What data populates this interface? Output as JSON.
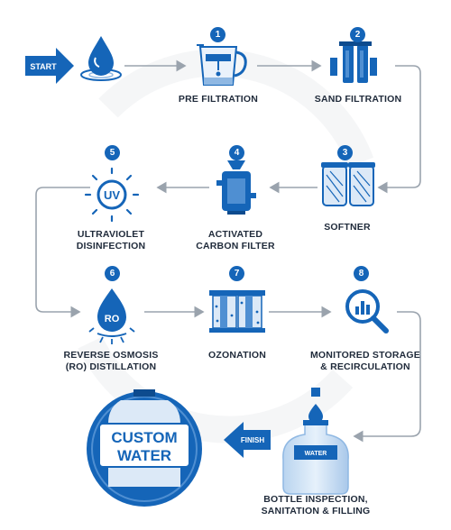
{
  "flow": {
    "start_label": "START",
    "finish_label": "FINISH",
    "steps": [
      {
        "number": "1",
        "label": "PRE FILTRATION",
        "icon": "pitcher-filter-icon"
      },
      {
        "number": "2",
        "label": "SAND FILTRATION",
        "icon": "filter-cartridges-icon"
      },
      {
        "number": "3",
        "label": "SOFTNER",
        "icon": "softener-cartridges-icon"
      },
      {
        "number": "4",
        "label_line1": "ACTIVATED",
        "label_line2": "CARBON FILTER",
        "icon": "carbon-filter-housing-icon"
      },
      {
        "number": "5",
        "label_line1": "ULTRAVIOLET",
        "label_line2": "DISINFECTION",
        "icon_text": "UV",
        "icon": "uv-sun-icon"
      },
      {
        "number": "6",
        "label_line1": "REVERSE OSMOSIS",
        "label_line2": "(RO) DISTILLATION",
        "icon_text": "RO",
        "icon": "ro-drop-icon"
      },
      {
        "number": "7",
        "label": "OZONATION",
        "icon": "ozonation-tank-icon"
      },
      {
        "number": "8",
        "label_line1": "MONITORED STORAGE",
        "label_line2": "& RECIRCULATION",
        "icon": "magnifier-chart-icon"
      }
    ],
    "bottle": {
      "label_line1": "BOTTLE INSPECTION,",
      "label_line2": "SANITATION & FILLING",
      "bottle_text": "WATER",
      "icon": "water-bottle-icon"
    },
    "badge": {
      "line1": "CUSTOM",
      "line2": "WATER",
      "icon": "water-jug-badge-icon"
    }
  },
  "colors": {
    "primary": "#1565b8",
    "light": "#cfe3f7",
    "line": "#9aa3ad",
    "text": "#1f2a3a"
  }
}
